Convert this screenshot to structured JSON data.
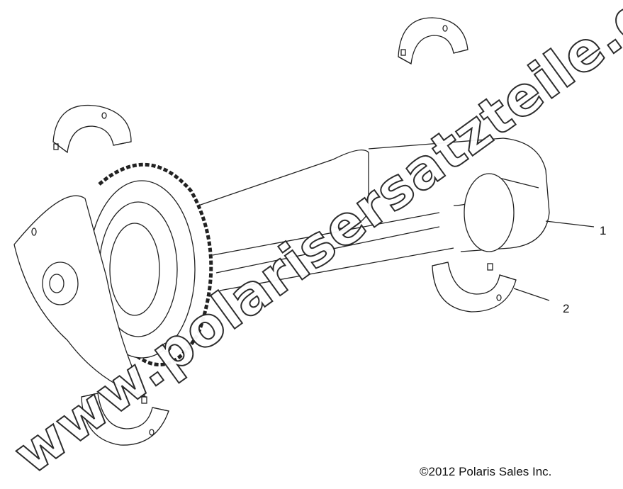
{
  "diagram": {
    "callouts": [
      {
        "label": "1",
        "part": "shaft"
      },
      {
        "label": "2",
        "part": "bearing"
      }
    ],
    "copyright": "©2012 Polaris Sales Inc.",
    "watermark": "www.polarisersatzteile.de",
    "line_color": "#222222"
  }
}
